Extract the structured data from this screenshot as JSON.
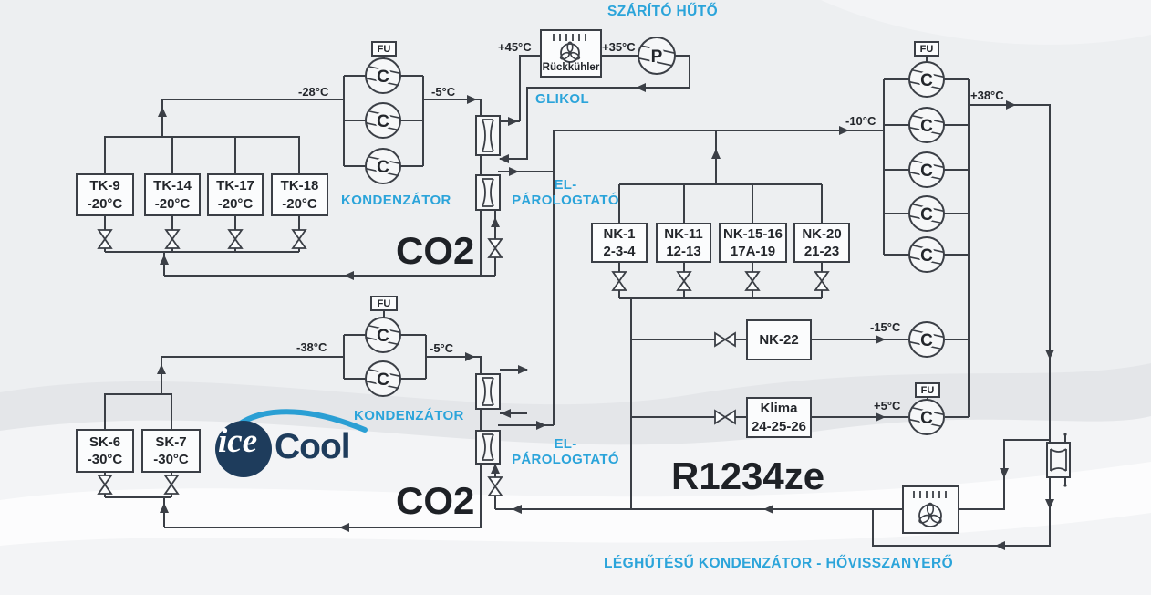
{
  "colors": {
    "accent": "#2ba4da",
    "pipe": "#3b3f46",
    "ink": "#23262b",
    "logo_navy": "#1e3c5c",
    "logo_swoosh": "#2a9fd4"
  },
  "labels": {
    "szarito_huto": "SZÁRÍTÓ HŰTŐ",
    "glikol": "GLIKOL",
    "kondenzator_upper": "KONDENZÁTOR",
    "kondenzator_lower": "KONDENZÁTOR",
    "elparologtato_upper": {
      "line1": "EL-",
      "line2": "PÁROLOGTATÓ"
    },
    "elparologtato_lower": {
      "line1": "EL-",
      "line2": "PÁROLOGTATÓ"
    },
    "leghuteses_kondenzator": "LÉGHŰTÉSŰ KONDENZÁTOR - HŐVISSZANYERŐ"
  },
  "refrigerants": {
    "upper_loop": "CO2",
    "lower_loop": "CO2",
    "main_loop": "R1234ze"
  },
  "temperatures": {
    "tk_suction": "-28°C",
    "tk_discharge": "-5°C",
    "glycol_hot": "+45°C",
    "glycol_cooled": "+35°C",
    "main_suction": "-10°C",
    "main_discharge": "+38°C",
    "sk_suction": "-38°C",
    "sk_discharge": "-5°C",
    "nk22_suction": "-15°C",
    "klima_suction": "+5°C"
  },
  "equipment": {
    "compressor_symbol": "C",
    "pump_symbol": "P",
    "vfd_label": "FU",
    "ruckkuhler": "Rückkühler",
    "tk_units": [
      {
        "name": "TK-9",
        "temp": "-20°C"
      },
      {
        "name": "TK-14",
        "temp": "-20°C"
      },
      {
        "name": "TK-17",
        "temp": "-20°C"
      },
      {
        "name": "TK-18",
        "temp": "-20°C"
      }
    ],
    "sk_units": [
      {
        "name": "SK-6",
        "temp": "-30°C"
      },
      {
        "name": "SK-7",
        "temp": "-30°C"
      }
    ],
    "nk_units": [
      {
        "name": "NK-1",
        "sub": "2-3-4"
      },
      {
        "name": "NK-11",
        "sub": "12-13"
      },
      {
        "name": "NK-15-16",
        "sub": "17A-19"
      },
      {
        "name": "NK-20",
        "sub": "21-23"
      }
    ],
    "nk22_unit": {
      "name": "NK-22"
    },
    "klima_unit": {
      "name": "Klima",
      "sub": "24-25-26"
    }
  },
  "logo": {
    "ice": "ice",
    "cool": "Cool"
  }
}
